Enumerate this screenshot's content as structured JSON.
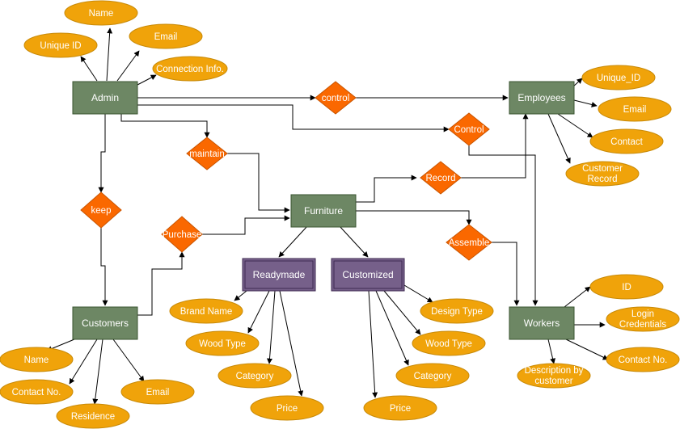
{
  "entities": {
    "admin": "Admin",
    "employees": "Employees",
    "furniture": "Furniture",
    "customers": "Customers",
    "workers": "Workers",
    "readymade": "Readymade",
    "customized": "Customized"
  },
  "relationships": {
    "control": "control",
    "control2": "Control",
    "maintain": "maintain",
    "keep": "keep",
    "purchase": "Purchase",
    "record": "Record",
    "assemble": "Assemble"
  },
  "attributes": {
    "admin": [
      "Name",
      "Unique ID",
      "Email",
      "Connection Info."
    ],
    "employees": [
      "Unique_ID",
      "Email",
      "Contact",
      [
        "Customer",
        "Record"
      ]
    ],
    "customers": [
      "Name",
      "Contact No.",
      "Residence",
      "Email"
    ],
    "readymade": [
      "Brand Name",
      "Wood Type",
      "Category",
      "Price"
    ],
    "customized": [
      "Design Type",
      "Wood Type",
      "Category",
      "Price"
    ],
    "workers": [
      "ID",
      [
        "Login",
        "Credentials"
      ],
      "Contact No.",
      [
        "Description by",
        "customer"
      ]
    ]
  },
  "colors": {
    "entity": "#6d8764",
    "weak_entity": "#76608a",
    "attribute": "#f0a30a",
    "relationship": "#fa6800",
    "edge": "#000000"
  }
}
